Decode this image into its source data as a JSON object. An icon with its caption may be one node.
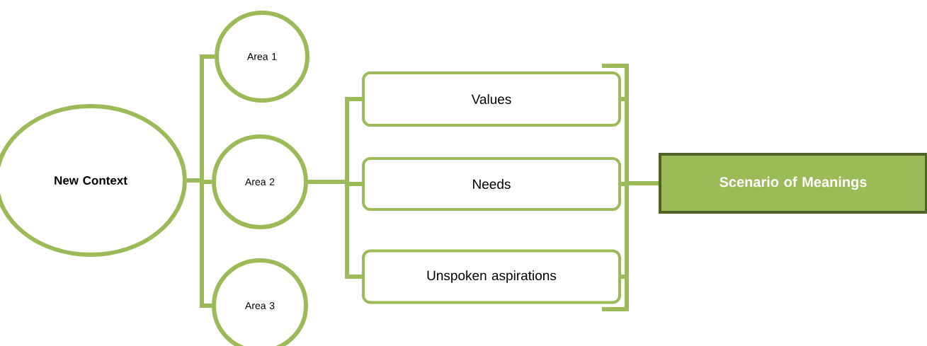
{
  "diagram": {
    "nodes": [
      {
        "text": [
          "New Context"
        ]
      },
      {
        "text": [
          "Area 1"
        ]
      },
      {
        "text": [
          "Area 2"
        ]
      },
      {
        "text": [
          "Area 3"
        ]
      },
      {
        "text": [
          "Values"
        ]
      },
      {
        "text": [
          "Needs"
        ]
      },
      {
        "text": [
          "Unspoken aspirations"
        ]
      },
      {
        "text": [
          "Scenario of Meanings"
        ]
      }
    ],
    "edges": [
      {
        "from": 0,
        "to": 1,
        "arrow": "none"
      },
      {
        "from": 0,
        "to": 2,
        "arrow": "none"
      },
      {
        "from": 0,
        "to": 3,
        "arrow": "none"
      },
      {
        "from": 2,
        "to": 4,
        "arrow": "none"
      },
      {
        "from": 2,
        "to": 5,
        "arrow": "none"
      },
      {
        "from": 2,
        "to": 6,
        "arrow": "none"
      },
      {
        "from": 4,
        "to": 7,
        "arrow": "none"
      },
      {
        "from": 5,
        "to": 7,
        "arrow": "none"
      },
      {
        "from": 6,
        "to": 7,
        "arrow": "none"
      }
    ]
  }
}
